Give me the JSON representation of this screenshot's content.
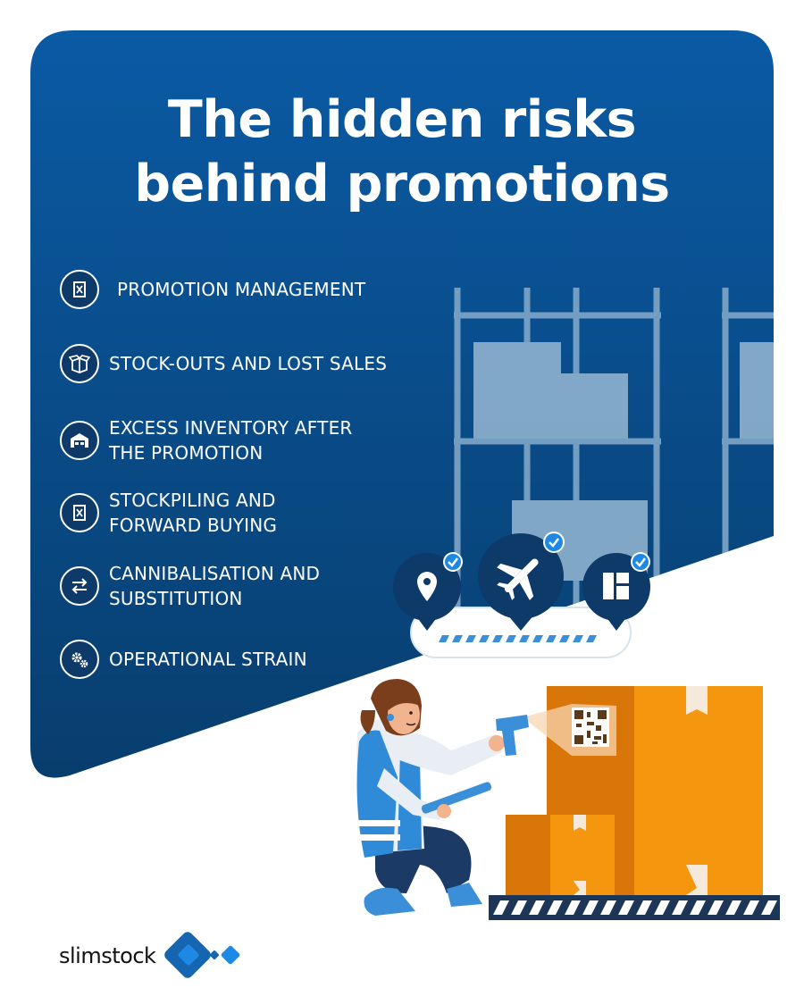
{
  "title": {
    "line1": "The hidden risks",
    "line2": "behind promotions"
  },
  "risks": [
    {
      "label": "PROMOTION MANAGEMENT",
      "icon": "promotion-tag-icon"
    },
    {
      "label": "STOCK-OUTS AND LOST SALES",
      "icon": "open-box-icon"
    },
    {
      "label": "EXCESS INVENTORY AFTER\nTHE PROMOTION",
      "icon": "warehouse-icon"
    },
    {
      "label": "STOCKPILING AND\nFORWARD BUYING",
      "icon": "promotion-tag-icon"
    },
    {
      "label": "CANNIBALISATION AND\nSUBSTITUTION",
      "icon": "swap-arrows-icon"
    },
    {
      "label": "OPERATIONAL STRAIN",
      "icon": "gears-icon"
    }
  ],
  "brand": {
    "name": "slimstock",
    "primary_color": "#1565b0",
    "accent_color": "#1e88e5"
  },
  "colors": {
    "panel_top": "#0a5aa4",
    "panel_bottom": "#083e6e",
    "box_orange": "#f5960f",
    "box_dark_orange": "#d9760a"
  }
}
